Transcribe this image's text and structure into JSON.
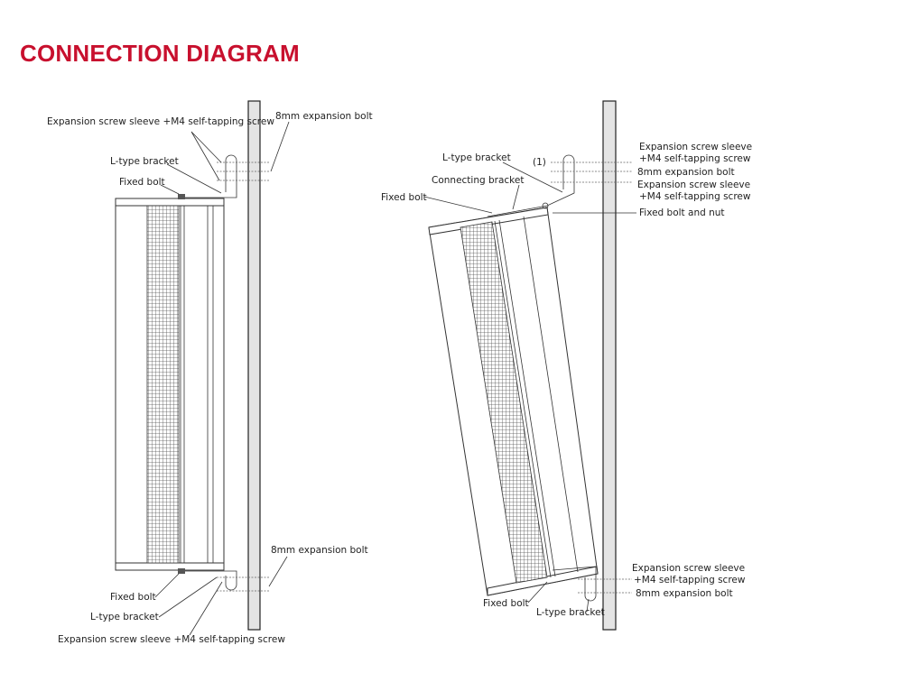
{
  "title": "CONNECTION DIAGRAM",
  "title_color": "#c8102e",
  "left_diagram": {
    "top_screw_label": "Expansion screw sleeve +M4 self-tapping screw",
    "top_bolt_label": "8mm expansion bolt",
    "top_bracket_label": "L-type bracket",
    "top_fixed_bolt_label": "Fixed bolt",
    "bottom_bolt_label": "8mm expansion bolt",
    "bottom_fixed_bolt_label": "Fixed bolt",
    "bottom_bracket_label": "L-type bracket",
    "bottom_screw_label": "Expansion screw sleeve +M4 self-tapping screw"
  },
  "right_diagram": {
    "bracket_label": "L-type bracket",
    "marker": "(1)",
    "connecting_bracket_label": "Connecting bracket",
    "fixed_bolt_label": "Fixed bolt",
    "screw1_line1": "Expansion screw sleeve",
    "screw1_line2": "+M4 self-tapping screw",
    "bolt_label": "8mm expansion bolt",
    "screw2_line1": "Expansion screw sleeve",
    "screw2_line2": "+M4 self-tapping screw",
    "fixed_bolt_nut_label": "Fixed bolt and nut",
    "bottom_screw_line1": "Expansion screw sleeve",
    "bottom_screw_line2": "+M4 self-tapping screw",
    "bottom_bolt_label": "8mm expansion bolt",
    "bottom_fixed_bolt_label": "Fixed bolt",
    "bottom_bracket_label": "L-type bracket"
  }
}
